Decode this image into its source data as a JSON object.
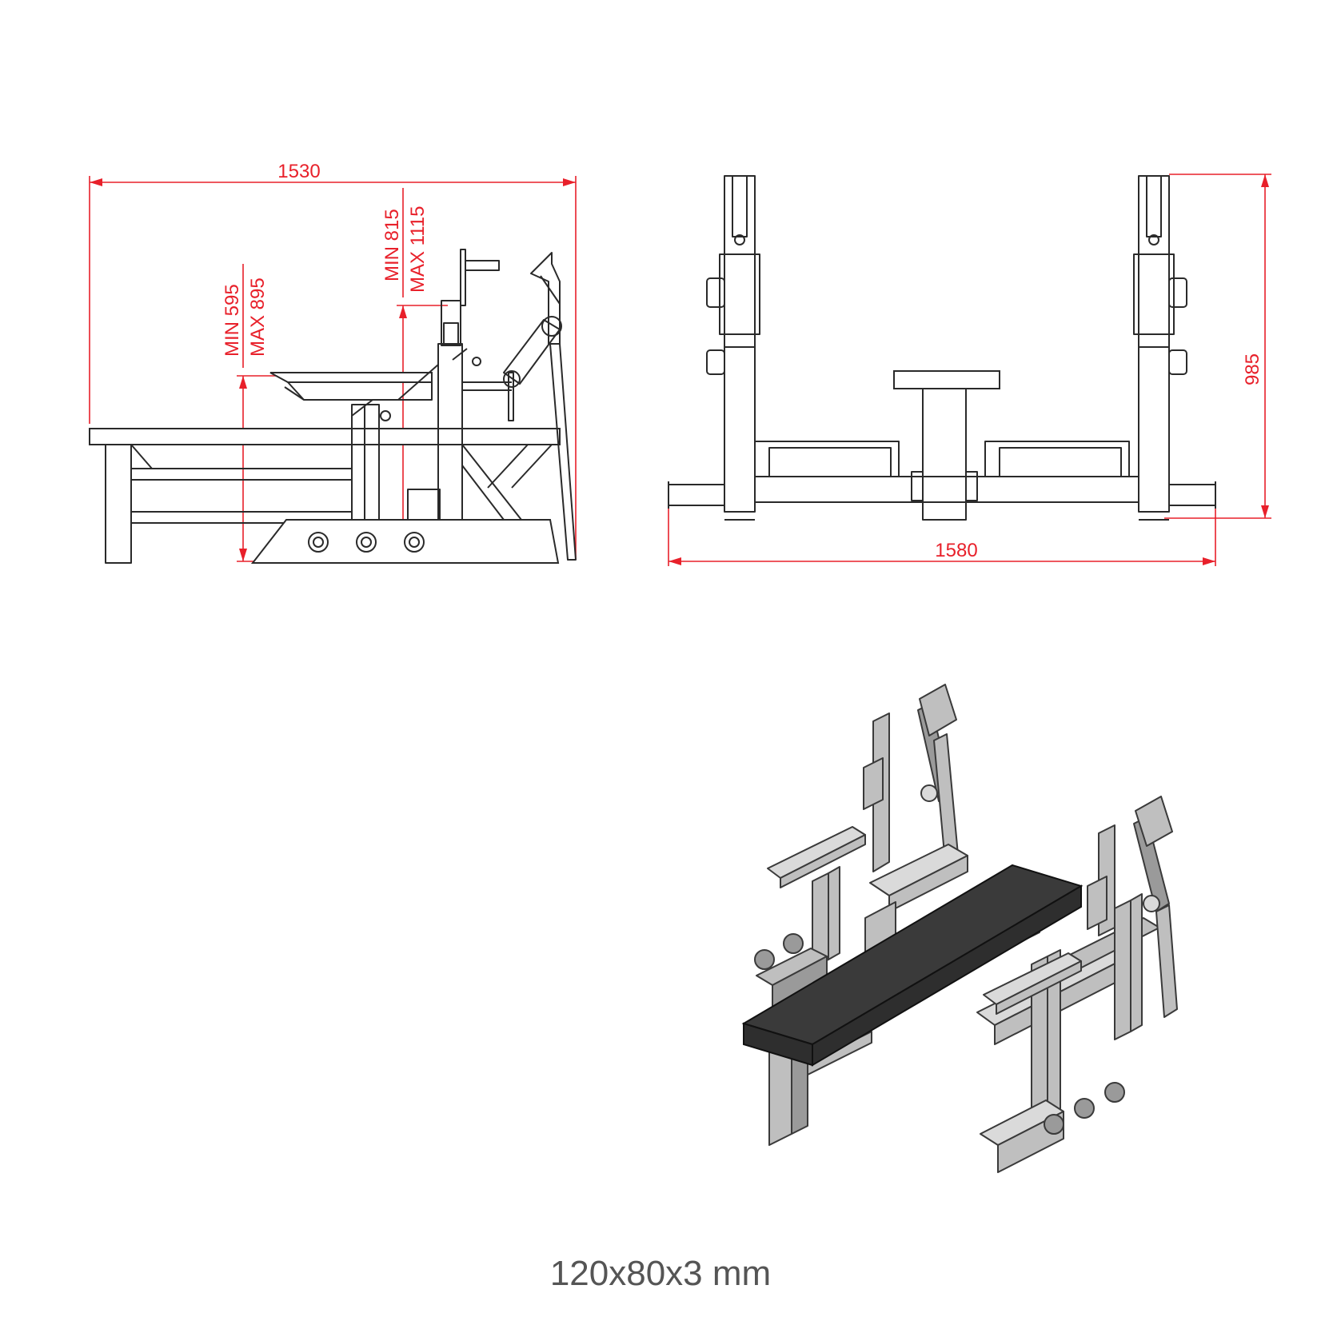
{
  "side_view": {
    "overall_length": "1530",
    "seat_height_min": "MIN 595",
    "seat_height_max": "MAX 895",
    "upright_height_min": "MIN 815",
    "upright_height_max": "MAX 1115"
  },
  "front_view": {
    "overall_width": "1580",
    "overall_height": "985"
  },
  "caption": "120x80x3 mm",
  "colors": {
    "dimension": "#e8202a",
    "outline": "#2a2a2a",
    "pad": "#2e2e2e",
    "steel": "#bfbfbf"
  }
}
